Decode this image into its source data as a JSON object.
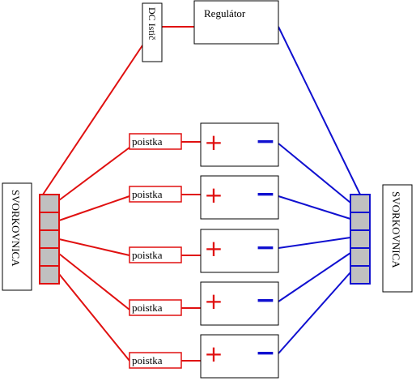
{
  "diagram": {
    "regulator_label": "Regulátor",
    "breaker_label": "DC Istič",
    "left_terminal_label": "SVORKOVNICA",
    "right_terminal_label": "SVORKOVNICA",
    "fuse_label": "poistka",
    "plus_symbol": "+",
    "minus_symbol": "−",
    "battery_count": 5,
    "terminal_slots": 5
  },
  "colors": {
    "positive_wire": "#e01010",
    "negative_wire": "#1010d0",
    "terminal_fill": "#c0c0c0",
    "box_border": "#000000"
  }
}
